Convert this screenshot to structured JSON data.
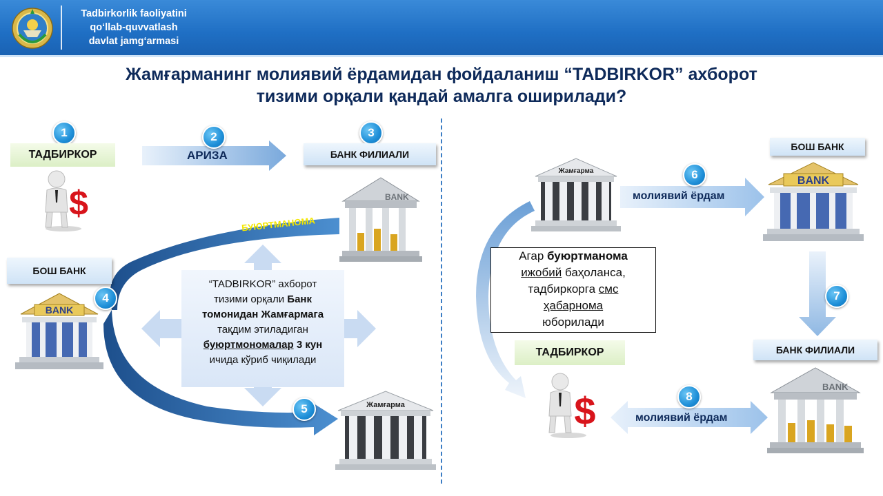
{
  "header": {
    "org_line1": "Tadbirkorlik faoliyatini",
    "org_line2": "qo‘llab-quvvatlash",
    "org_line3": "davlat jamg‘armasi"
  },
  "title": {
    "line1": "Жамғарманинг молиявий ёрдамидан фойдаланиш “TADBIRKOR” ахборот",
    "line2": "тизими орқали қандай амалга оширилади?"
  },
  "left": {
    "entrepreneur": "ТАДБИРКОР",
    "application": "АРИЗА",
    "bank_branch": "БАНК ФИЛИАЛИ",
    "head_bank": "БОШ БАНК",
    "order_label": "БУЮРТМАНОМА",
    "bank_sign": "BANK",
    "fund_sign": "Жамғарма",
    "info": {
      "l1": "“TADBIRKOR” ахборот",
      "l2a": "тизими орқали ",
      "l2b": "Банк",
      "l3": "томонидан Жамғармага",
      "l4": "тақдим этиладиган",
      "l5a": "буюртмономалар",
      "l5b": " 3 кун",
      "l6": "ичида кўриб чиқилади"
    }
  },
  "right": {
    "fund_sign": "Жамғарма",
    "head_bank": "БОШ БАНК",
    "bank_sign": "BANK",
    "financial_aid_1": "молиявий ёрдам",
    "financial_aid_2": "молиявий ёрдам",
    "entrepreneur": "ТАДБИРКОР",
    "bank_branch": "БАНК ФИЛИАЛИ",
    "bank_sign_2": "BANK",
    "note": {
      "l1a": "Агар ",
      "l1b": "буюртманома",
      "l2a": "ижобий",
      "l2b": "  баҳоланса,",
      "l3a": "тадбиркорга ",
      "l3b": "смс",
      "l4": "ҳабарнома",
      "l5": "юборилади"
    }
  },
  "steps": [
    "1",
    "2",
    "3",
    "4",
    "5",
    "6",
    "7",
    "8"
  ],
  "colors": {
    "header_blue": "#1f6fc4",
    "title_navy": "#0e2a5a",
    "badge_blue": "#1e8fd8",
    "order_arrow": "#2f6fae",
    "order_text": "#f3e600",
    "dollar_red": "#d8141b"
  }
}
